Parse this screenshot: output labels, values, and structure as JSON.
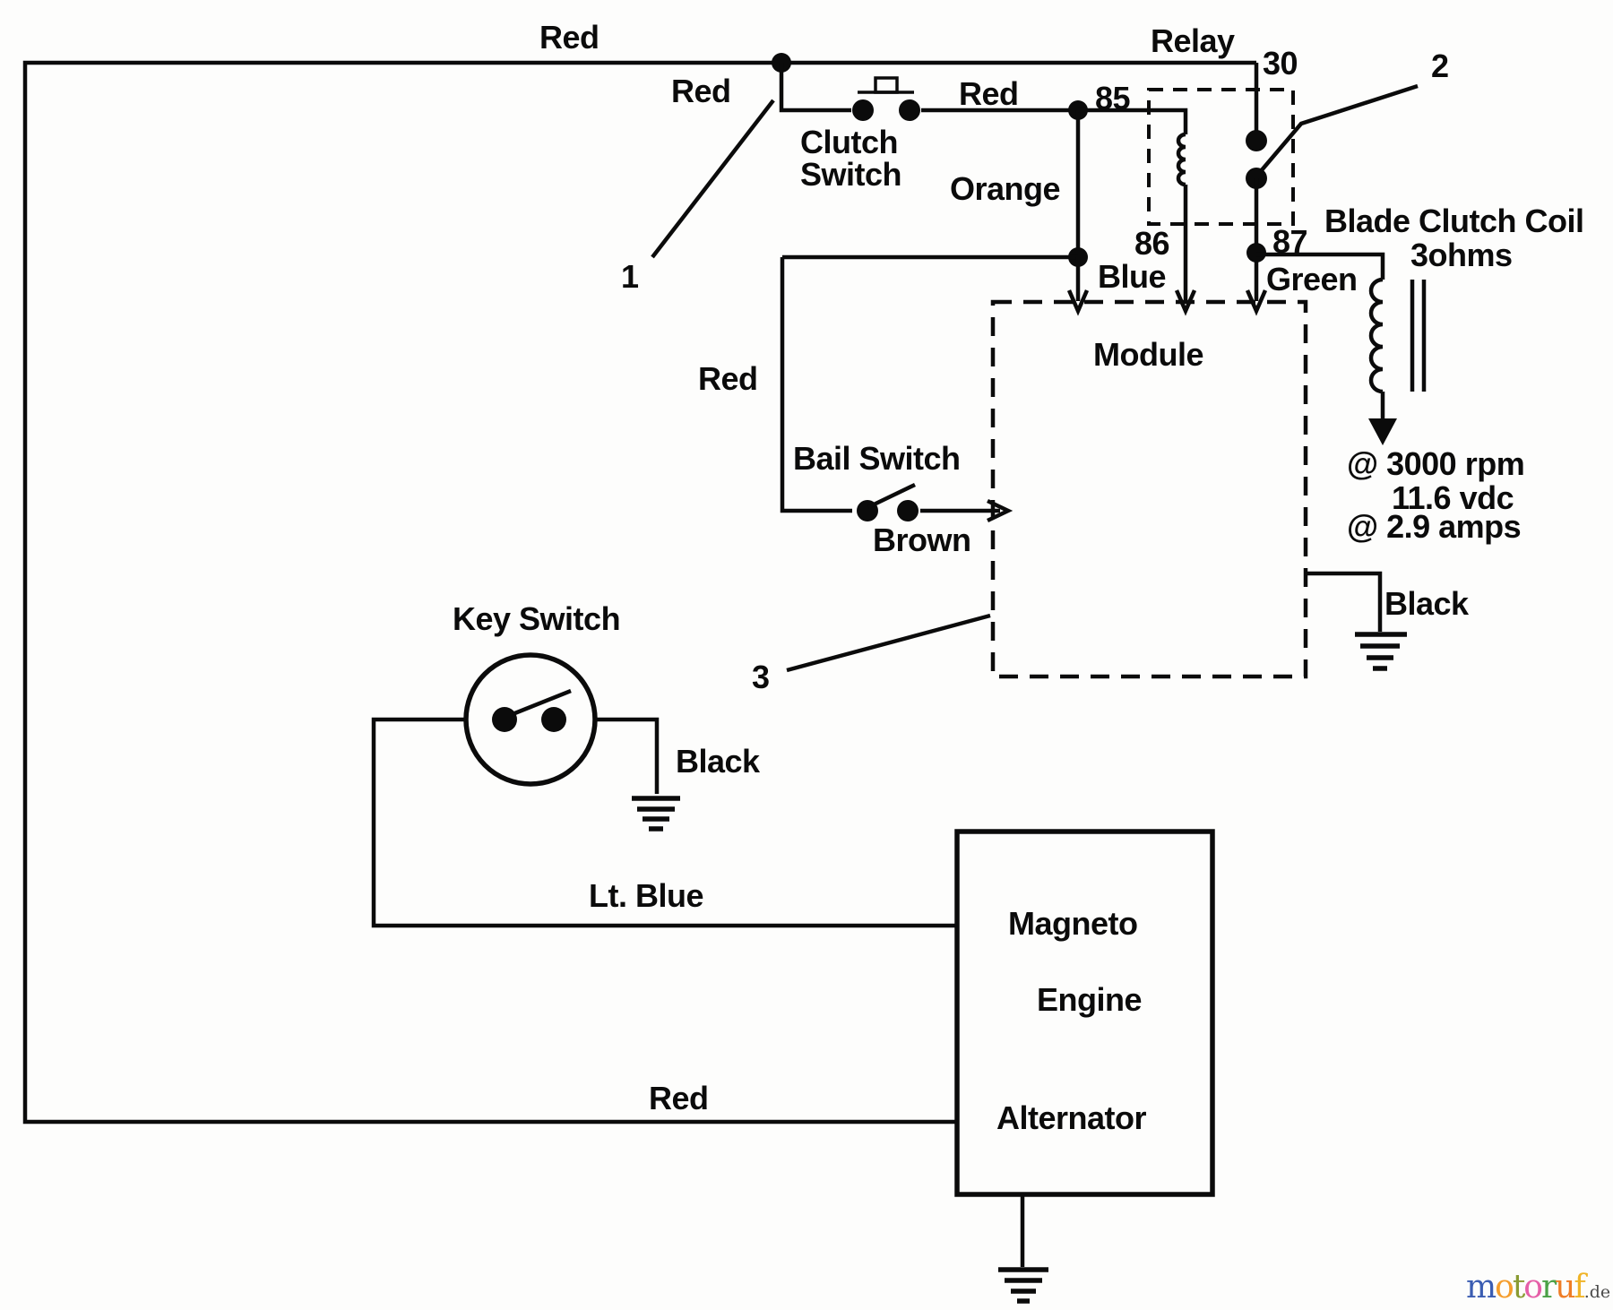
{
  "diagram": {
    "title_note": "Blade clutch wiring schematic",
    "labels": {
      "red_top": "Red",
      "red_drop": "Red",
      "clutch_switch_line1": "Clutch",
      "clutch_switch_line2": "Switch",
      "red_to_relay": "Red",
      "relay": "Relay",
      "terminal_30": "30",
      "terminal_85": "85",
      "terminal_86": "86",
      "terminal_87": "87",
      "orange": "Orange",
      "blue": "Blue",
      "green": "Green",
      "blade_clutch_coil": "Blade Clutch Coil",
      "coil_rating_ohms": "3ohms",
      "module": "Module",
      "red_bail": "Red",
      "bail_switch": "Bail Switch",
      "brown": "Brown",
      "callout_1": "1",
      "callout_2": "2",
      "callout_3": "3",
      "key_switch": "Key Switch",
      "black_key_ground": "Black",
      "rating_rpm": "@ 3000 rpm",
      "rating_vdc": "11.6 vdc",
      "rating_amps": "@ 2.9 amps",
      "black_module_ground": "Black",
      "lt_blue": "Lt. Blue",
      "red_bottom": "Red",
      "magneto": "Magneto",
      "engine": "Engine",
      "alternator": "Alternator"
    },
    "watermark": {
      "word_letters": [
        {
          "ch": "m",
          "color": "#3b5db2"
        },
        {
          "ch": "o",
          "color": "#f59d2c"
        },
        {
          "ch": "t",
          "color": "#8a9b33"
        },
        {
          "ch": "o",
          "color": "#e55fa8"
        },
        {
          "ch": "r",
          "color": "#4aa147"
        },
        {
          "ch": "u",
          "color": "#ef7d26"
        },
        {
          "ch": "f",
          "color": "#f0b428"
        }
      ],
      "suffix": ".de",
      "suffix_color": "#4a4a4a"
    },
    "colors": {
      "ink": "#0b0b0b",
      "background": "#fdfdfc"
    }
  }
}
